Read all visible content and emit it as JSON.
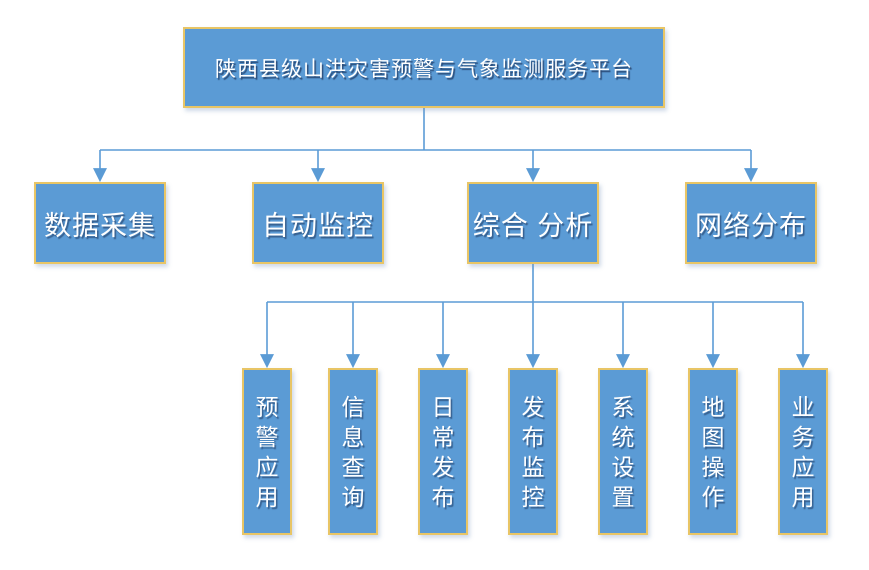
{
  "diagram": {
    "title": "陕西县级山洪灾害预警与气象监测服务平台",
    "level2_nodes": [
      {
        "label": "数据采集"
      },
      {
        "label": "自动监控"
      },
      {
        "label": "综合 分析"
      },
      {
        "label": "网络分布"
      }
    ],
    "level3_nodes": [
      {
        "label": "预警应用"
      },
      {
        "label": "信息查询"
      },
      {
        "label": "日常发布"
      },
      {
        "label": "发布监控"
      },
      {
        "label": "系统设置"
      },
      {
        "label": "地图操作"
      },
      {
        "label": "业务应用"
      }
    ],
    "colors": {
      "box_fill": "#5b9bd5",
      "box_border": "#e8c566",
      "connector": "#5b9bd5",
      "text": "#ffffff",
      "text_shadow": "#1c355e",
      "background": "#ffffff"
    }
  }
}
